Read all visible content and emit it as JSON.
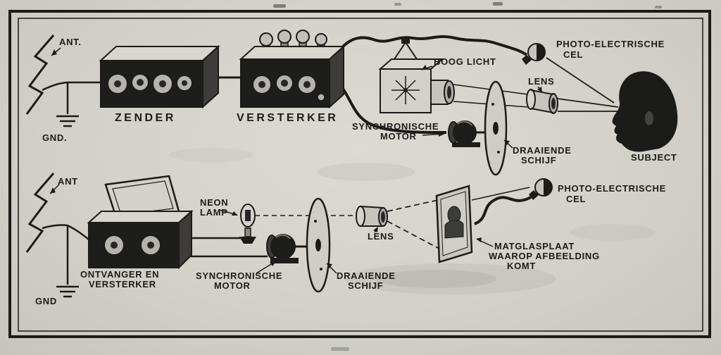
{
  "colors": {
    "paper": "#d3d1c8",
    "ink": "#1b1b19"
  },
  "transmitter": {
    "ant": "ANT.",
    "gnd": "GND.",
    "zender": "ZENDER",
    "versterker": "VERSTERKER",
    "boog_licht": "BOOG LICHT",
    "synchronische": "SYNCHRONISCHE",
    "motor": "MOTOR",
    "draaiende": "DRAAIENDE",
    "schijf": "SCHIJF",
    "lens": "LENS",
    "subject": "SUBJECT",
    "photo_electrische": "PHOTO-ELECTRISCHE",
    "cel": "CEL"
  },
  "receiver": {
    "ant": "ANT",
    "gnd": "GND",
    "ontvanger_line1": "ONTVANGER EN",
    "ontvanger_line2": "VERSTERKER",
    "neon": "NEON",
    "lamp": "LAMP",
    "synchronische": "SYNCHRONISCHE",
    "motor": "MOTOR",
    "draaiende": "DRAAIENDE",
    "schijf": "SCHIJF",
    "lens": "LENS",
    "matglas_line1": "MATGLASPLAAT",
    "matglas_line2": "WAAROP AFBEELDING",
    "matglas_line3": "KOMT",
    "photo_electrische": "PHOTO-ELECTRISCHE",
    "cel": "CEL"
  }
}
